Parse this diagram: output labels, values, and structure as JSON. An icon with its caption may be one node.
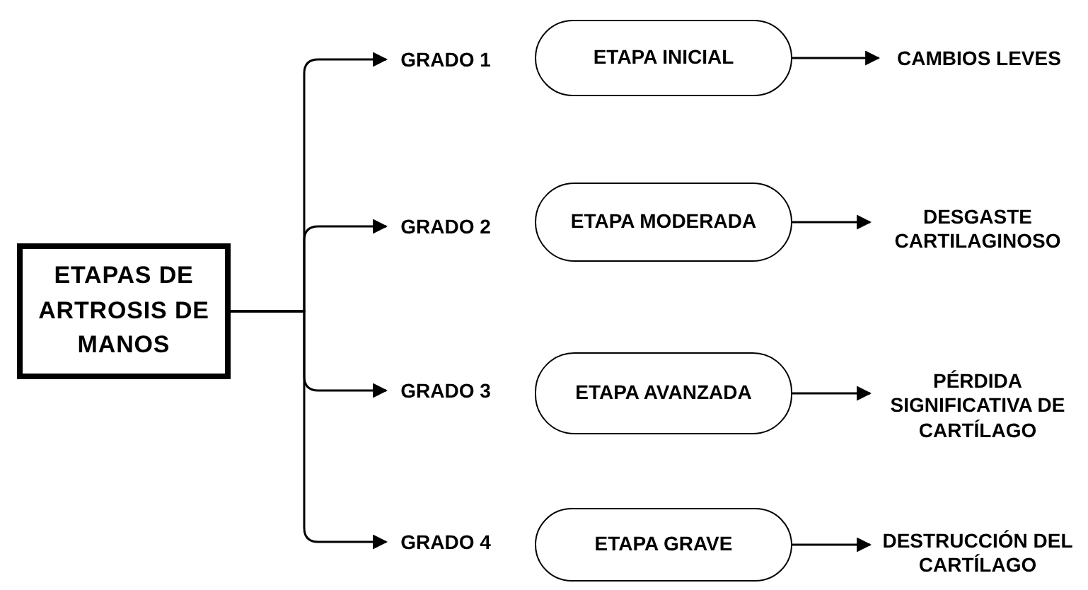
{
  "diagram": {
    "nodes": [
      {
        "text": [
          "ETAPAS DE ARTROSIS DE MANOS"
        ]
      },
      {
        "text": [
          "GRADO 1"
        ]
      },
      {
        "text": [
          "GRADO 2"
        ]
      },
      {
        "text": [
          "GRADO 3"
        ]
      },
      {
        "text": [
          "GRADO 4"
        ]
      },
      {
        "text": [
          "ETAPA INICIAL"
        ]
      },
      {
        "text": [
          "ETAPA MODERADA"
        ]
      },
      {
        "text": [
          "ETAPA AVANZADA"
        ]
      },
      {
        "text": [
          "ETAPA GRAVE"
        ]
      },
      {
        "text": [
          "CAMBIOS LEVES"
        ]
      },
      {
        "text": [
          "DESGASTE CARTILAGINOSO"
        ]
      },
      {
        "text": [
          "PÉRDIDA SIGNIFICATIVA DE CARTÍLAGO"
        ]
      },
      {
        "text": [
          "DESTRUCCIÓN DEL CARTÍLAGO"
        ]
      }
    ],
    "edges": [
      {
        "from": 0,
        "to": 1,
        "arrow": "to"
      },
      {
        "from": 0,
        "to": 2,
        "arrow": "to"
      },
      {
        "from": 0,
        "to": 3,
        "arrow": "to"
      },
      {
        "from": 0,
        "to": 4,
        "arrow": "to"
      },
      {
        "from": 5,
        "to": 9,
        "arrow": "to"
      },
      {
        "from": 6,
        "to": 10,
        "arrow": "to"
      },
      {
        "from": 7,
        "to": 11,
        "arrow": "to"
      },
      {
        "from": 8,
        "to": 12,
        "arrow": "to"
      }
    ]
  }
}
